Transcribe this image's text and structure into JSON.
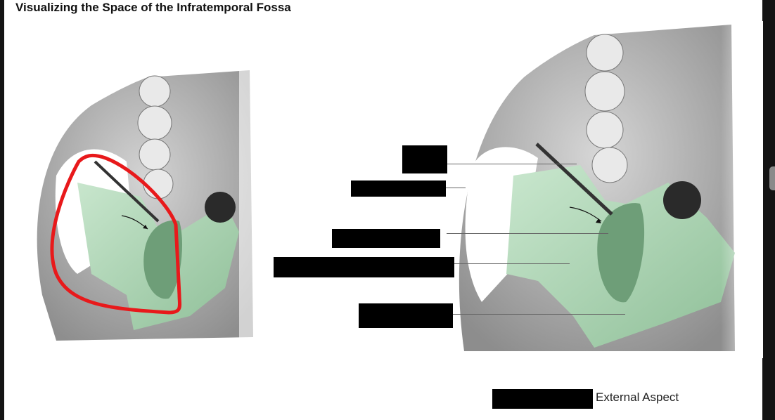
{
  "document": {
    "title": "Visualizing the Space of the Infratemporal Fossa",
    "caption_suffix": "External Aspect"
  },
  "figures": [
    {
      "name": "left-skull-figure",
      "highlight": "red outline around infratemporal fossa",
      "highlight_color": "#e8191b",
      "bone_tint": "#b9dcc0"
    },
    {
      "name": "right-skull-figure",
      "labels_redacted": 5,
      "bone_tint": "#b9dcc0"
    }
  ],
  "colors": {
    "background": "#ffffff",
    "frame": "#141414",
    "redaction": "#000000",
    "leader_line": "#666666",
    "bone_gray": "#b8b8b8",
    "bone_green": "#b9dcc0"
  }
}
